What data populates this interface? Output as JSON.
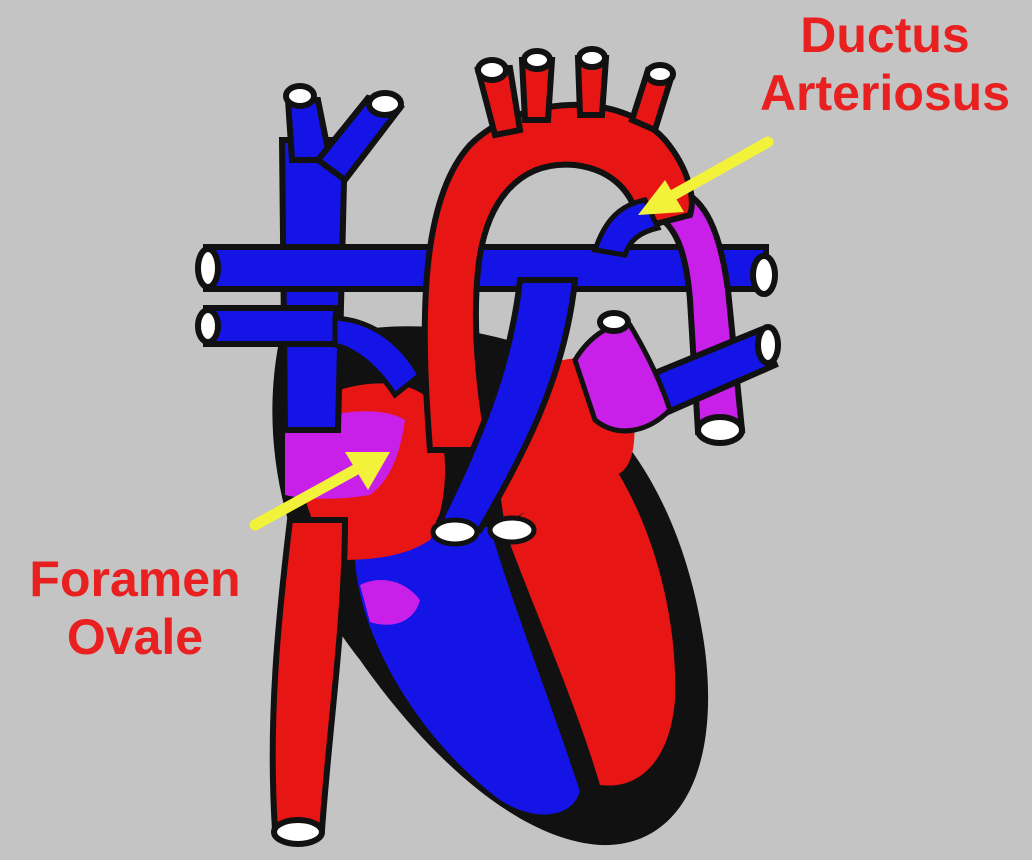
{
  "labels": {
    "ductus_arteriosus": {
      "line1": "Ductus",
      "line2": "Arteriosus"
    },
    "foramen_ovale": {
      "line1": "Foramen",
      "line2": "Ovale"
    }
  },
  "colors": {
    "background": "#c4c4c4",
    "oxygenated": "#e81515",
    "deoxygenated": "#1414e6",
    "mixed": "#c820e8",
    "outline": "#111111",
    "arrow": "#f2f23a",
    "label_text": "#e82020"
  }
}
